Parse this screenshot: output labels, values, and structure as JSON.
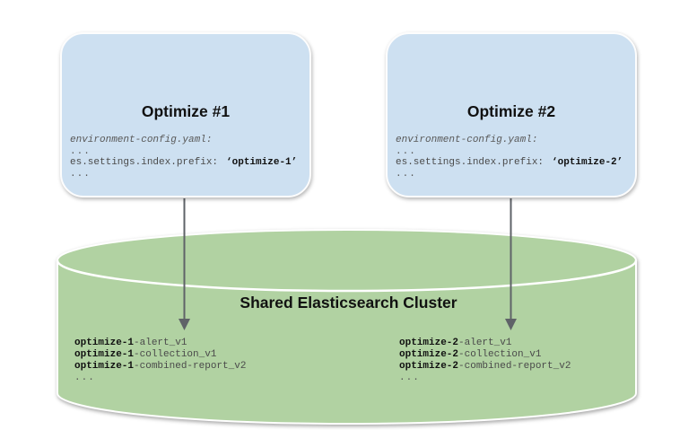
{
  "nodes": [
    {
      "title": "Optimize #1",
      "config_file": "environment-config.yaml:",
      "ellipsis_top": "...",
      "setting_key": "es.settings.index.prefix:",
      "setting_value": "‘optimize-1’",
      "ellipsis_bottom": "..."
    },
    {
      "title": "Optimize #2",
      "config_file": "environment-config.yaml:",
      "ellipsis_top": "...",
      "setting_key": "es.settings.index.prefix:",
      "setting_value": "‘optimize-2’",
      "ellipsis_bottom": "..."
    }
  ],
  "cluster": {
    "title": "Shared Elasticsearch Cluster",
    "index_groups": [
      {
        "lines": [
          {
            "prefix": "optimize-1",
            "suffix": "-alert_v1"
          },
          {
            "prefix": "optimize-1",
            "suffix": "-collection_v1"
          },
          {
            "prefix": "optimize-1",
            "suffix": "-combined-report_v2"
          }
        ],
        "ellipsis": "..."
      },
      {
        "lines": [
          {
            "prefix": "optimize-2",
            "suffix": "-alert_v1"
          },
          {
            "prefix": "optimize-2",
            "suffix": "-collection_v1"
          },
          {
            "prefix": "optimize-2",
            "suffix": "-combined-report_v2"
          }
        ],
        "ellipsis": "..."
      }
    ]
  },
  "colors": {
    "node_fill": "#cde0f1",
    "cylinder_fill": "#b1d2a2",
    "arrow": "#5f6368",
    "outline": "#ffffff"
  }
}
